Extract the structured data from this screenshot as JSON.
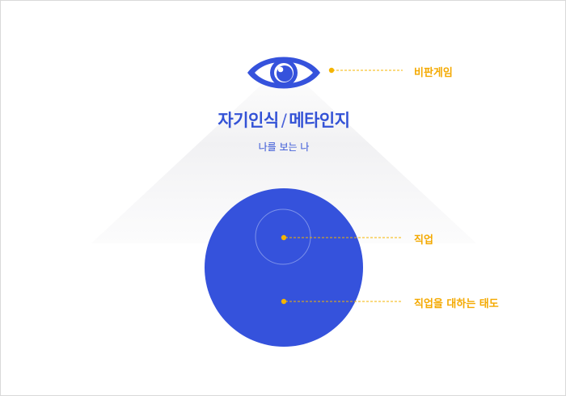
{
  "title": {
    "part1": "자기인식",
    "slash": "/",
    "part2": "메타인지"
  },
  "subtitle": "나를 보는 나",
  "labels": {
    "eye": "비판게임",
    "inner": "직업",
    "outer": "직업을 대하는 태도"
  },
  "colors": {
    "primary_blue": "#3552dc",
    "accent_yellow": "#f4b400",
    "label_yellow": "#f4a900",
    "beam_gray": "#f2f2f4"
  },
  "icons": {
    "eye": "eye-icon"
  }
}
